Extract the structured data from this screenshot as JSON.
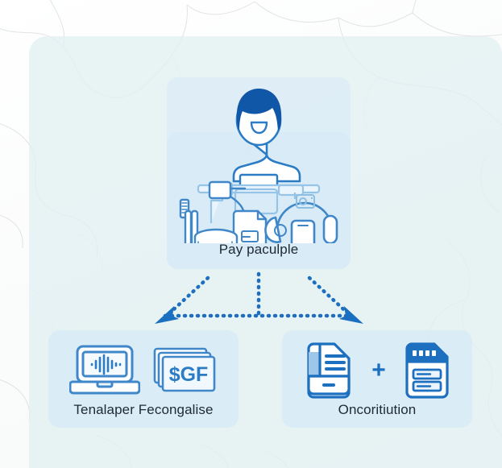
{
  "diagram": {
    "title_node": {
      "label": "Pay paculple",
      "icon": "person-with-devices-icon"
    },
    "children": [
      {
        "label": "Tenalaper Fecongalise",
        "icons": [
          "laptop-waveform-icon",
          "banknotes-icon"
        ],
        "banknote_text": "$GF"
      },
      {
        "label": "Oncoritiution",
        "icons": [
          "document-folded-icon",
          "document-form-icon"
        ],
        "connector": "+"
      }
    ],
    "connectors": {
      "style": "dotted",
      "arrow_count": 2,
      "direction": "downward-branching"
    }
  },
  "colors": {
    "accent_blue": "#1d6fbf",
    "line_blue": "#2b7cc4",
    "dark_blue": "#1057a8",
    "panel_bg": "#e2f0f1",
    "card_bg": "#d6e9f7",
    "text": "#1f2933",
    "page_bg": "#fdfdfd"
  }
}
